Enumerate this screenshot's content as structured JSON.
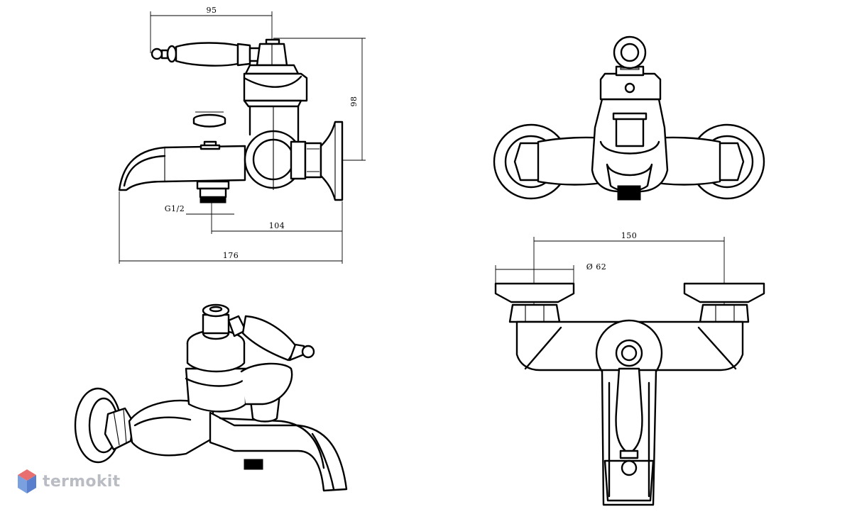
{
  "dimensions": {
    "top_width": "95",
    "height": "98",
    "thread": "G1/2",
    "spout_reach": "104",
    "total_length": "176",
    "centers": "150",
    "diameter": "Ø 62"
  },
  "brand": {
    "name": "termokit",
    "colors": {
      "top": "#e86f6f",
      "left": "#7aa0e0",
      "right": "#5a7fcc",
      "text": "#b9bcc3"
    }
  }
}
